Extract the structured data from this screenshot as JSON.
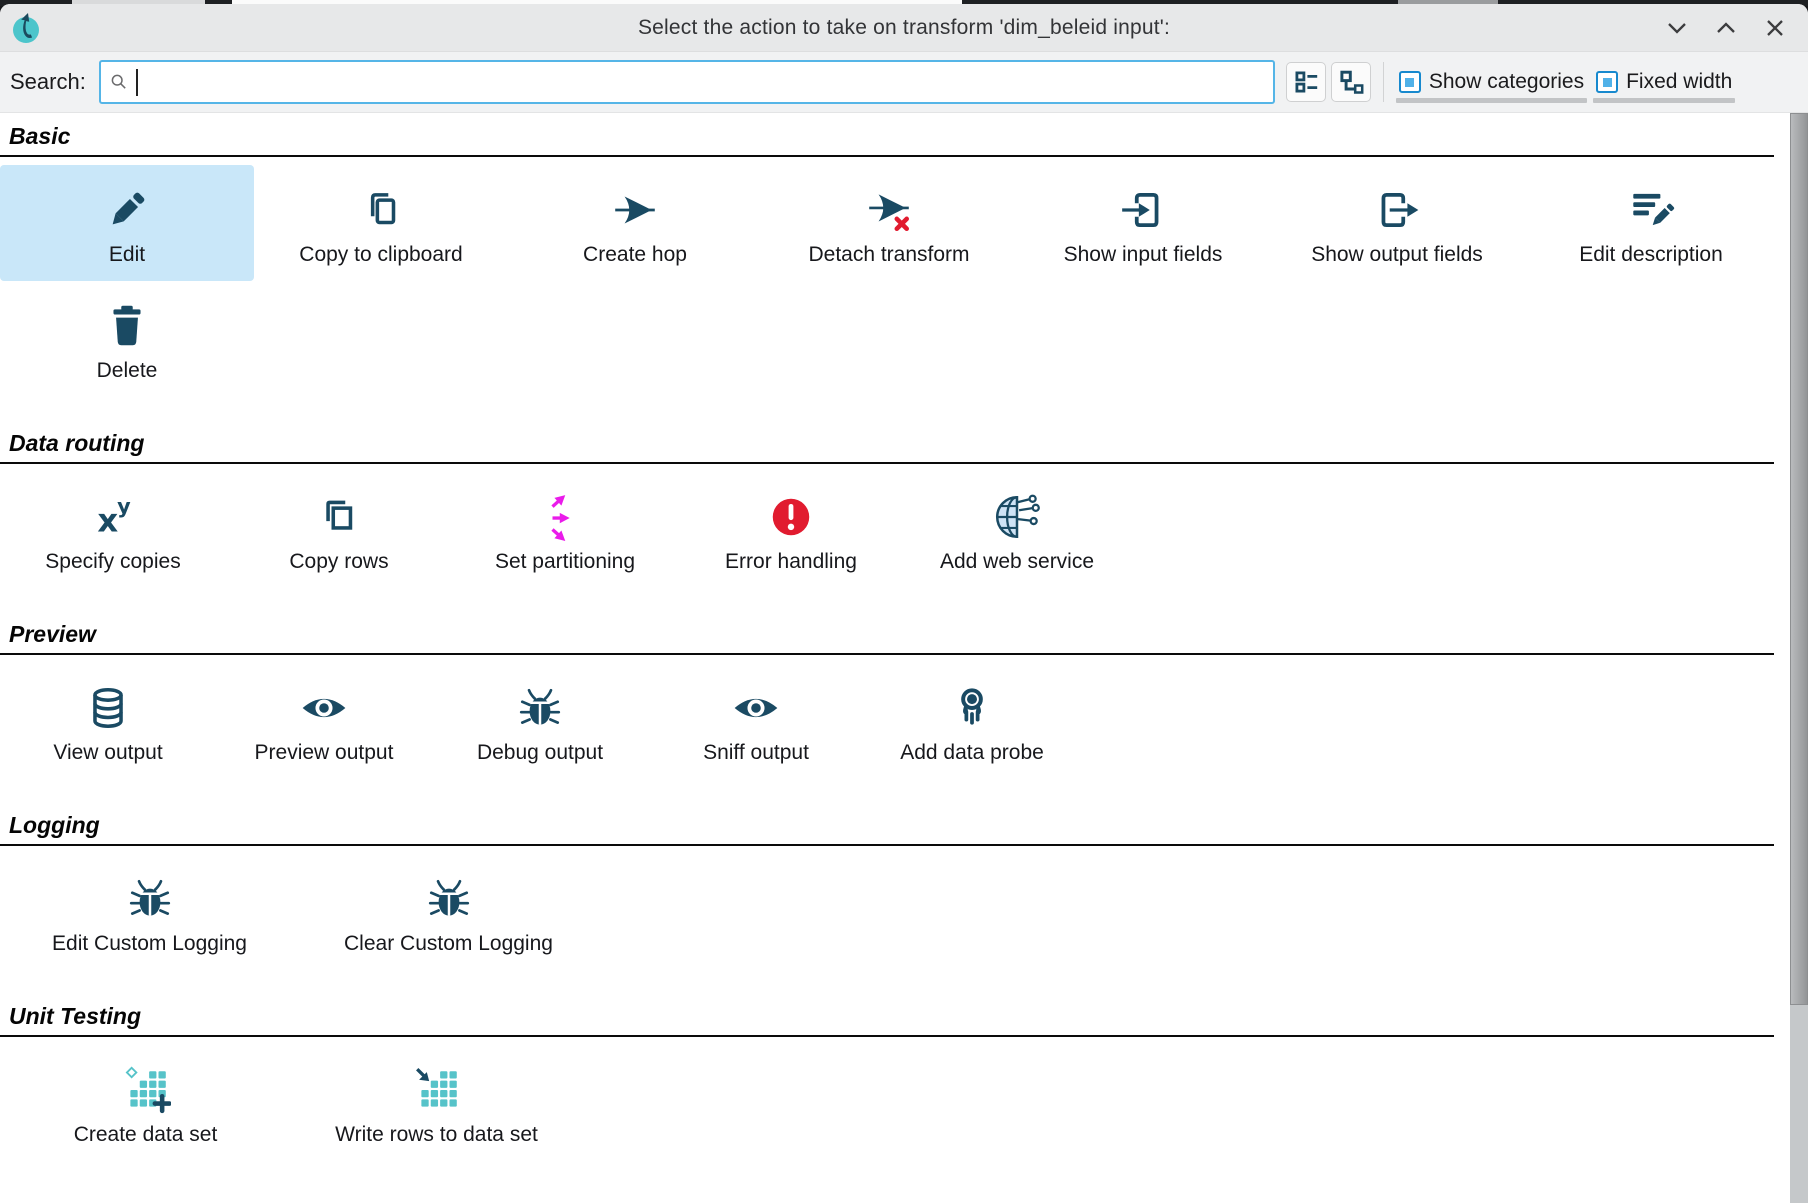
{
  "window": {
    "title": "Select the action to take on transform 'dim_beleid input':"
  },
  "toolbar": {
    "search_label": "Search:",
    "search_value": "",
    "show_categories_label": "Show categories",
    "show_categories_checked": true,
    "fixed_width_label": "Fixed width",
    "fixed_width_checked": true
  },
  "sections": [
    {
      "key": "basic",
      "title": "Basic",
      "items": [
        {
          "label": "Edit",
          "icon": "pencil",
          "selected": true
        },
        {
          "label": "Copy to clipboard",
          "icon": "copy"
        },
        {
          "label": "Create hop",
          "icon": "hop-arrow"
        },
        {
          "label": "Detach transform",
          "icon": "hop-arrow-x"
        },
        {
          "label": "Show input fields",
          "icon": "input-fields"
        },
        {
          "label": "Show output fields",
          "icon": "output-fields"
        },
        {
          "label": "Edit description",
          "icon": "edit-description"
        },
        {
          "label": "Delete",
          "icon": "trash"
        }
      ]
    },
    {
      "key": "data_routing",
      "title": "Data routing",
      "items": [
        {
          "label": "Specify copies",
          "icon": "xy"
        },
        {
          "label": "Copy rows",
          "icon": "copy-rows"
        },
        {
          "label": "Set partitioning",
          "icon": "partition-arrows"
        },
        {
          "label": "Error handling",
          "icon": "error"
        },
        {
          "label": "Add web service",
          "icon": "web-service"
        }
      ]
    },
    {
      "key": "preview",
      "title": "Preview",
      "items": [
        {
          "label": "View output",
          "icon": "database"
        },
        {
          "label": "Preview output",
          "icon": "eye"
        },
        {
          "label": "Debug output",
          "icon": "bug"
        },
        {
          "label": "Sniff output",
          "icon": "eye"
        },
        {
          "label": "Add data probe",
          "icon": "probe"
        }
      ]
    },
    {
      "key": "logging",
      "title": "Logging",
      "items": [
        {
          "label": "Edit Custom Logging",
          "icon": "bug"
        },
        {
          "label": "Clear Custom Logging",
          "icon": "bug"
        }
      ]
    },
    {
      "key": "unit_testing",
      "title": "Unit Testing",
      "items": [
        {
          "label": "Create data set",
          "icon": "dataset-add"
        },
        {
          "label": "Write rows to data set",
          "icon": "dataset-write"
        }
      ]
    }
  ],
  "colors": {
    "icon_navy": "#1a4a63",
    "teal": "#56c3c9",
    "logo_teal": "#4cc5cb",
    "magenta": "#ea1bea",
    "red": "#e11b2f",
    "selected_bg": "#c9e7f9",
    "accent_border": "#55b5e7",
    "globe_fill": "#cfe3f5"
  }
}
